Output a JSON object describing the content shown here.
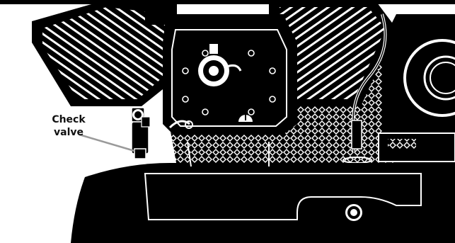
{
  "annotation": {
    "line1": "Check",
    "line2": "valve"
  },
  "colors": {
    "ink": "#000000",
    "paper": "#ffffff",
    "leader_line": "#9a9a9a"
  },
  "parts": [
    "compressor-head",
    "cylinder-bank-left",
    "cylinder-bank-right",
    "motor",
    "tank",
    "check-valve",
    "pressure-gauge",
    "discharge-tube"
  ]
}
